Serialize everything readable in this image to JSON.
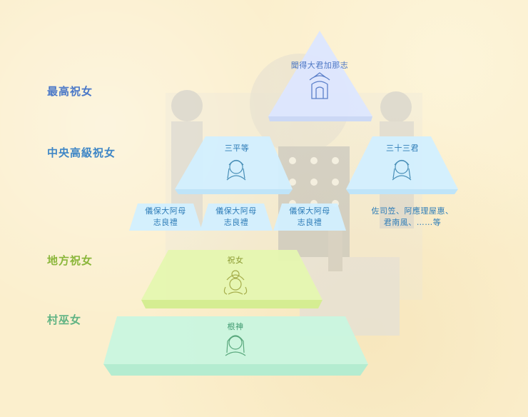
{
  "levels": [
    {
      "label": "最高祝女",
      "color": "#4a78c8"
    },
    {
      "label": "中央高級祝女",
      "color": "#3e86c6"
    },
    {
      "label": "地方祝女",
      "color": "#8ab63a"
    },
    {
      "label": "村巫女",
      "color": "#5fb383"
    }
  ],
  "nodes": {
    "top": {
      "label": "聞得大君加那志",
      "icon": "crowned-priestess-icon"
    },
    "mid_left": {
      "label": "三平等",
      "icon": "woman-icon"
    },
    "mid_right": {
      "label": "三十三君",
      "icon": "woman-icon"
    },
    "sub1": {
      "line1": "儀保大阿母",
      "line2": "志良禮"
    },
    "sub2": {
      "line1": "儀保大阿母",
      "line2": "志良禮"
    },
    "sub3": {
      "line1": "儀保大阿母",
      "line2": "志良禮"
    },
    "sub_text": {
      "line1": "佐司笠、阿應理屋惠、",
      "line2": "君南風、……等"
    },
    "local": {
      "label": "祝女",
      "icon": "priestess-headdress-icon"
    },
    "village": {
      "label": "根神",
      "icon": "woman-icon"
    }
  },
  "colors": {
    "top_fill": "#dce6ff",
    "blue_fill": "#d2efff",
    "green_fill": "#e5f7b0",
    "mint_fill": "#c9f6df",
    "text_blue": "#2f7db8",
    "text_green": "#8a9a30"
  }
}
